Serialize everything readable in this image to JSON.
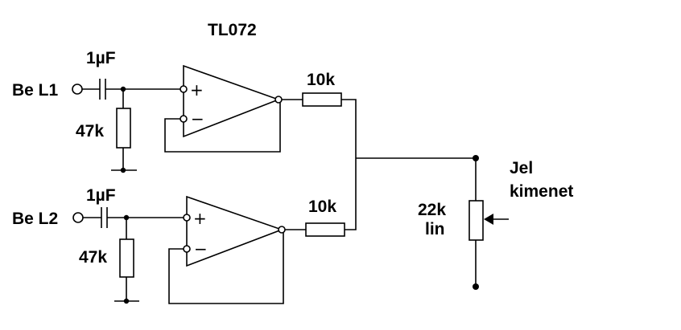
{
  "diagram": {
    "chip": "TL072",
    "inputs": [
      {
        "label": "Be L1",
        "capacitor": "1µF",
        "resistor": "47k"
      },
      {
        "label": "Be L2",
        "capacitor": "1µF",
        "resistor": "47k"
      }
    ],
    "opamp_plus": "+",
    "opamp_minus": "−",
    "mix_resistors": [
      "10k",
      "10k"
    ],
    "pot": {
      "value": "22k",
      "taper": "lin"
    },
    "output": {
      "line1": "Jel",
      "line2": "kimenet"
    }
  }
}
